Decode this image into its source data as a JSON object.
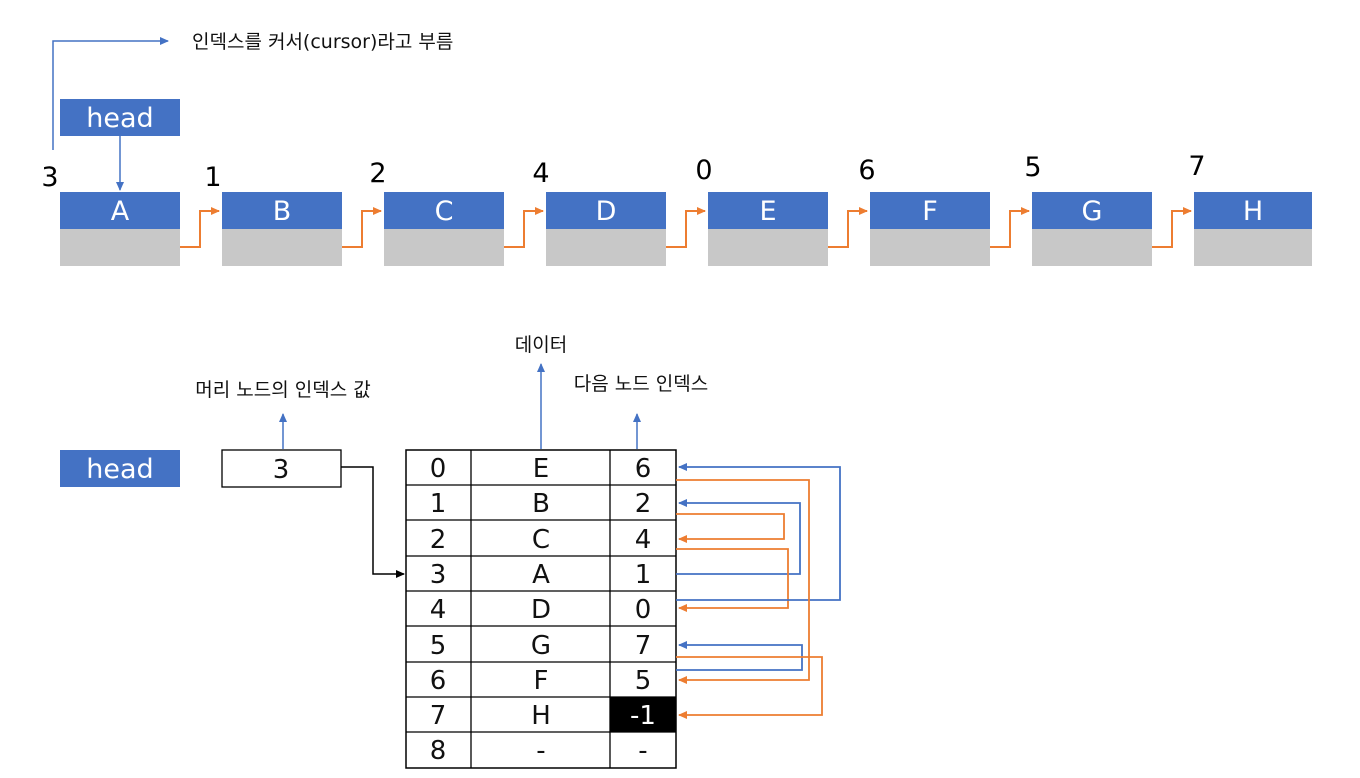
{
  "colors": {
    "node_blue": "#4472c4",
    "node_gray": "#c8c8c8",
    "arrow_orange": "#ed7d31",
    "arrow_blue": "#4472c4",
    "table_border": "#000000",
    "end_cell": "#000000"
  },
  "top": {
    "cursor_caption": "인덱스를 커서(cursor)라고 부름",
    "head_label": "head",
    "nodes": [
      {
        "letter": "A",
        "index": "3"
      },
      {
        "letter": "B",
        "index": "1"
      },
      {
        "letter": "C",
        "index": "2"
      },
      {
        "letter": "D",
        "index": "4"
      },
      {
        "letter": "E",
        "index": "0"
      },
      {
        "letter": "F",
        "index": "6"
      },
      {
        "letter": "G",
        "index": "5"
      },
      {
        "letter": "H",
        "index": "7"
      }
    ]
  },
  "bottom": {
    "head_label": "head",
    "head_value": "3",
    "head_caption": "머리 노드의 인덱스 값",
    "data_caption": "데이터",
    "next_caption": "다음 노드 인덱스",
    "rows": [
      {
        "index": "0",
        "data": "E",
        "next": "6"
      },
      {
        "index": "1",
        "data": "B",
        "next": "2"
      },
      {
        "index": "2",
        "data": "C",
        "next": "4"
      },
      {
        "index": "3",
        "data": "A",
        "next": "1"
      },
      {
        "index": "4",
        "data": "D",
        "next": "0"
      },
      {
        "index": "5",
        "data": "G",
        "next": "7"
      },
      {
        "index": "6",
        "data": "F",
        "next": "5"
      },
      {
        "index": "7",
        "data": "H",
        "next": "-1"
      },
      {
        "index": "8",
        "data": "-",
        "next": "-"
      }
    ]
  }
}
